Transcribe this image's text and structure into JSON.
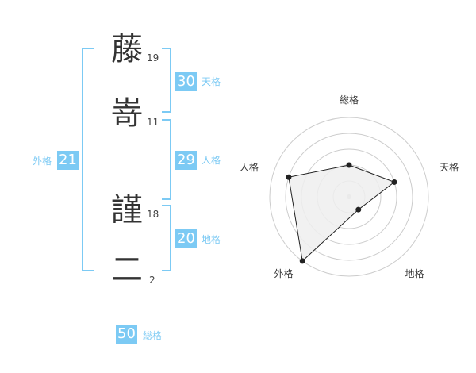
{
  "name": {
    "chars": [
      {
        "char": "藤",
        "strokes": "19"
      },
      {
        "char": "嵜",
        "strokes": "11"
      },
      {
        "char": "謹",
        "strokes": "18"
      },
      {
        "char": "二",
        "strokes": "2"
      }
    ]
  },
  "fortunes": {
    "tenkaku": {
      "label": "天格",
      "value": "30"
    },
    "jinkaku": {
      "label": "人格",
      "value": "29"
    },
    "chikaku": {
      "label": "地格",
      "value": "20"
    },
    "gaikaku": {
      "label": "外格",
      "value": "21"
    },
    "soukaku": {
      "label": "総格",
      "value": "50"
    }
  },
  "chart_data": {
    "type": "radar",
    "axes": [
      "総格",
      "天格",
      "地格",
      "外格",
      "人格"
    ],
    "values": [
      2,
      3,
      1,
      5,
      4
    ],
    "max": 5,
    "colors": {
      "fill": "#eeeeee",
      "line": "#222222",
      "grid": "#cccccc",
      "accent": "#7ccaf4"
    }
  }
}
